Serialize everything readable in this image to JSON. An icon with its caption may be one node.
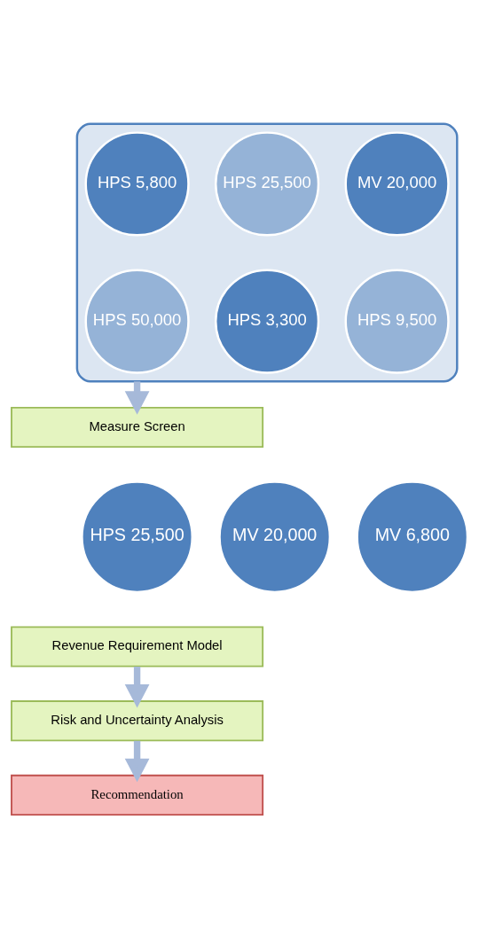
{
  "diagram": {
    "nodes": [
      {
        "text": [],
        "shape": "funnel"
      },
      {
        "text": [
          "MV 20,000"
        ],
        "in": 0
      },
      {
        "text": [
          "HPS 25,500"
        ],
        "in": 0
      },
      {
        "text": [
          "HPS 5,800"
        ],
        "in": 0
      },
      {
        "text": [
          "HPS 9,500"
        ],
        "in": 0
      },
      {
        "text": [
          "HPS 3,300"
        ],
        "in": 0
      },
      {
        "text": [
          "HPS 50,000"
        ],
        "in": 0
      },
      {
        "text": [
          "Measure Screen"
        ]
      },
      {
        "text": [
          "MV 20,000"
        ]
      },
      {
        "text": [
          "HPS 25,500"
        ]
      },
      {
        "text": [
          "MV 6,800"
        ]
      },
      {
        "text": [
          "Revenue Requirement Model"
        ]
      },
      {
        "text": [
          "Risk and Uncertainty Analysis"
        ]
      },
      {
        "text": [
          "Recommendation"
        ]
      }
    ],
    "edges": [
      {
        "from": 0,
        "to": 7,
        "arrow": "to"
      },
      {
        "from": 11,
        "to": 12,
        "arrow": "to"
      },
      {
        "from": 12,
        "to": 13,
        "arrow": "to"
      }
    ]
  }
}
